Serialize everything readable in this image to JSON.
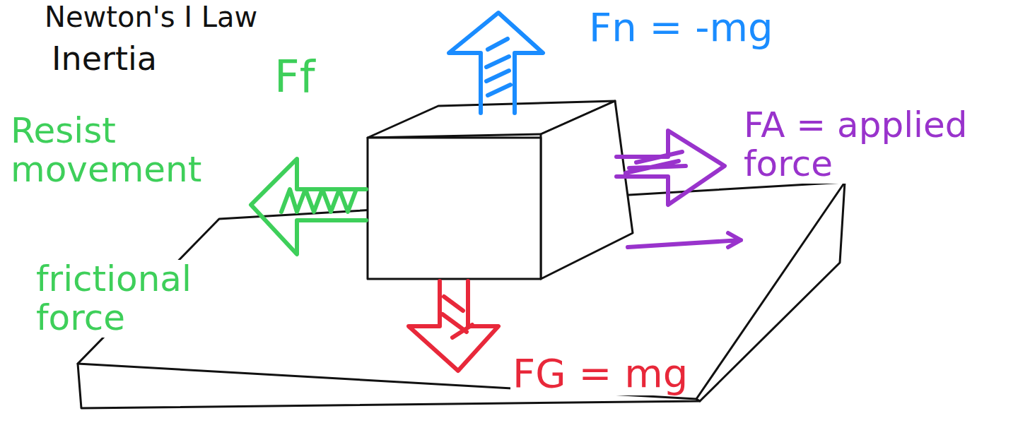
{
  "diagram": {
    "title": "Newton's I Law",
    "labels": [
      "Inertia",
      "Ff",
      "Resist movement",
      "frictional force",
      "Fn = -mg",
      "FA = applied force",
      "FG = mg"
    ]
  }
}
